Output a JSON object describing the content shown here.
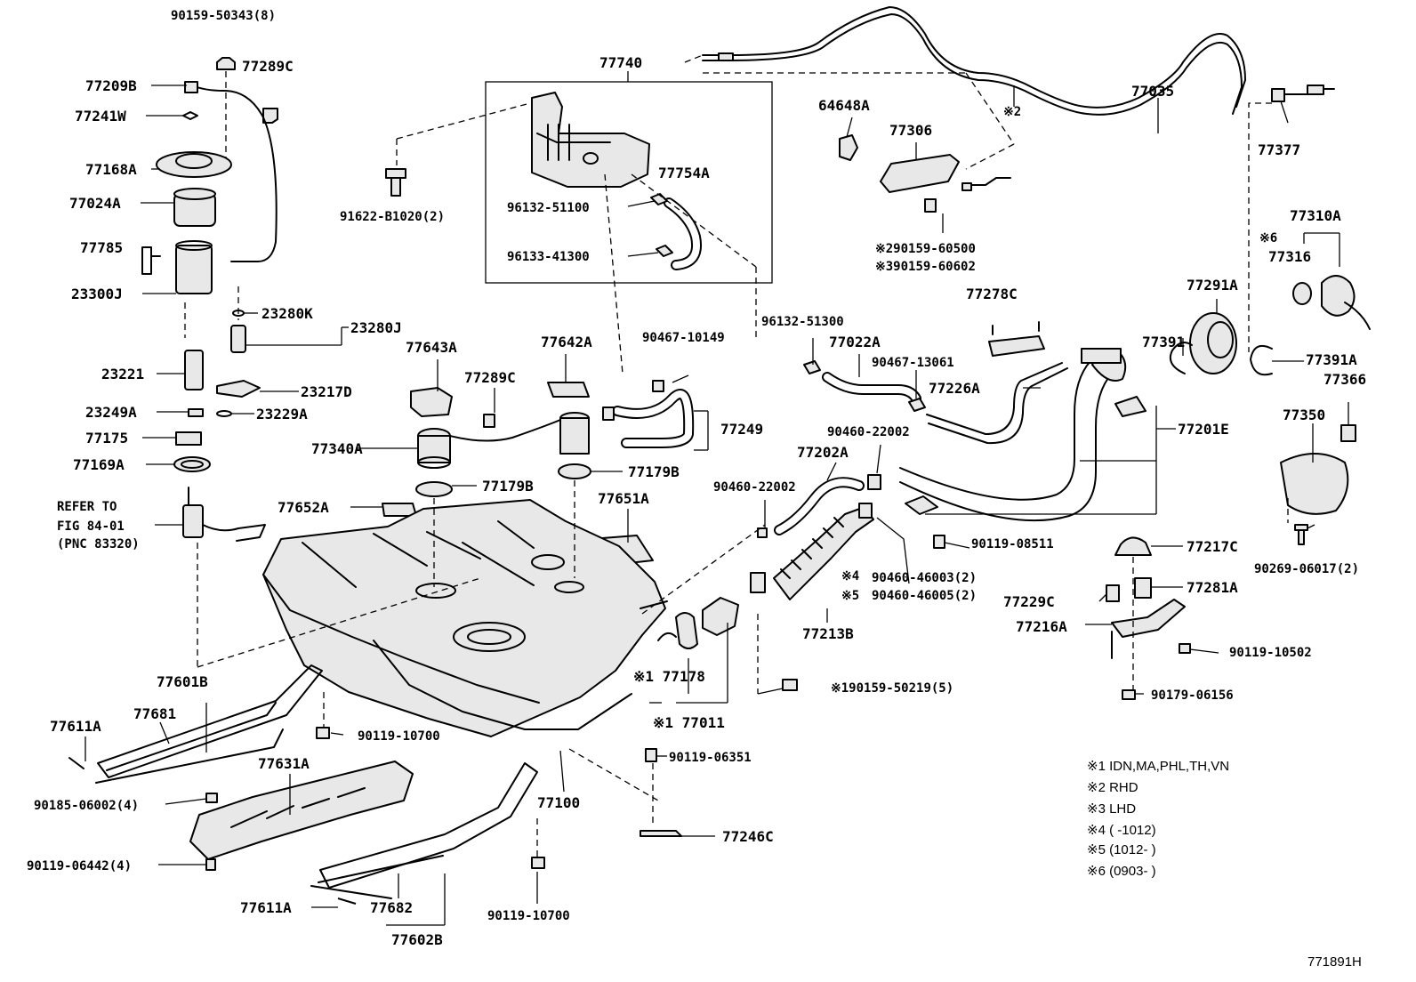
{
  "labels": {
    "p_90159_50343": "90159-50343(8)",
    "p_77289C_top": "77289C",
    "p_77209B": "77209B",
    "p_77241W": "77241W",
    "p_77168A": "77168A",
    "p_77024A": "77024A",
    "p_77785": "77785",
    "p_23300J": "23300J",
    "p_23280K": "23280K",
    "p_23280J": "23280J",
    "p_23221": "23221",
    "p_23217D": "23217D",
    "p_23249A": "23249A",
    "p_23229A": "23229A",
    "p_77175": "77175",
    "p_77169A": "77169A",
    "refer_1": "REFER TO",
    "refer_2": "FIG 84-01",
    "refer_3": "(PNC 83320)",
    "p_77740": "77740",
    "p_91622": "91622-B1020(2)",
    "p_77754A": "77754A",
    "p_96132_51100": "96132-51100",
    "p_96133_41300": "96133-41300",
    "p_64648A": "64648A",
    "p_77306": "77306",
    "p_x2_label": "※2",
    "p_x2_90159_60500": "※290159-60500",
    "p_x3_90159_60602": "※390159-60602",
    "p_77035": "77035",
    "p_77377": "77377",
    "p_77310A": "77310A",
    "p_x6": "※6",
    "p_77316": "77316",
    "p_77291A": "77291A",
    "p_77391": "77391",
    "p_77391A": "77391A",
    "p_77366": "77366",
    "p_77350": "77350",
    "p_90269": "90269-06017(2)",
    "p_77278C": "77278C",
    "p_96132_51300": "96132-51300",
    "p_77022A": "77022A",
    "p_90467_13061": "90467-13061",
    "p_77226A": "77226A",
    "p_77201E": "77201E",
    "p_90460_22002_r": "90460-22002",
    "p_77202A": "77202A",
    "p_90460_22002_l": "90460-22002",
    "p_90119_08511": "90119-08511",
    "p_x4": "※4",
    "p_90460_46003": "90460-46003(2)",
    "p_x5": "※5",
    "p_90460_46005": "90460-46005(2)",
    "p_77213B": "77213B",
    "p_77217C": "77217C",
    "p_77229C": "77229C",
    "p_77281A": "77281A",
    "p_77216A": "77216A",
    "p_90119_10502": "90119-10502",
    "p_90179_06156": "90179-06156",
    "p_77643A": "77643A",
    "p_77642A": "77642A",
    "p_77289C_mid": "77289C",
    "p_90467_10149": "90467-10149",
    "p_77249": "77249",
    "p_77340A": "77340A",
    "p_77179B_l": "77179B",
    "p_77179B_r": "77179B",
    "p_77652A": "77652A",
    "p_77651A": "77651A",
    "p_x1_77178": "※1 77178",
    "p_x1_90159_50219": "※190159-50219(5)",
    "p_x1_77011": "※1 77011",
    "p_77601B": "77601B",
    "p_77681": "77681",
    "p_77611A_l": "77611A",
    "p_90119_10700_l": "90119-10700",
    "p_77631A": "77631A",
    "p_90185": "90185-06002(4)",
    "p_90119_06442": "90119-06442(4)",
    "p_90119_06351": "90119-06351",
    "p_77100": "77100",
    "p_77246C": "77246C",
    "p_77611A_b": "77611A",
    "p_77682": "77682",
    "p_77602B": "77602B",
    "p_90119_10700_b": "90119-10700"
  },
  "notes": [
    "※1 IDN,MA,PHL,TH,VN",
    "※2 RHD",
    "※3 LHD",
    "※4 (    -1012)",
    "※5 (1012-    )",
    "※6 (0903-    )"
  ],
  "figure_id": "771891H"
}
